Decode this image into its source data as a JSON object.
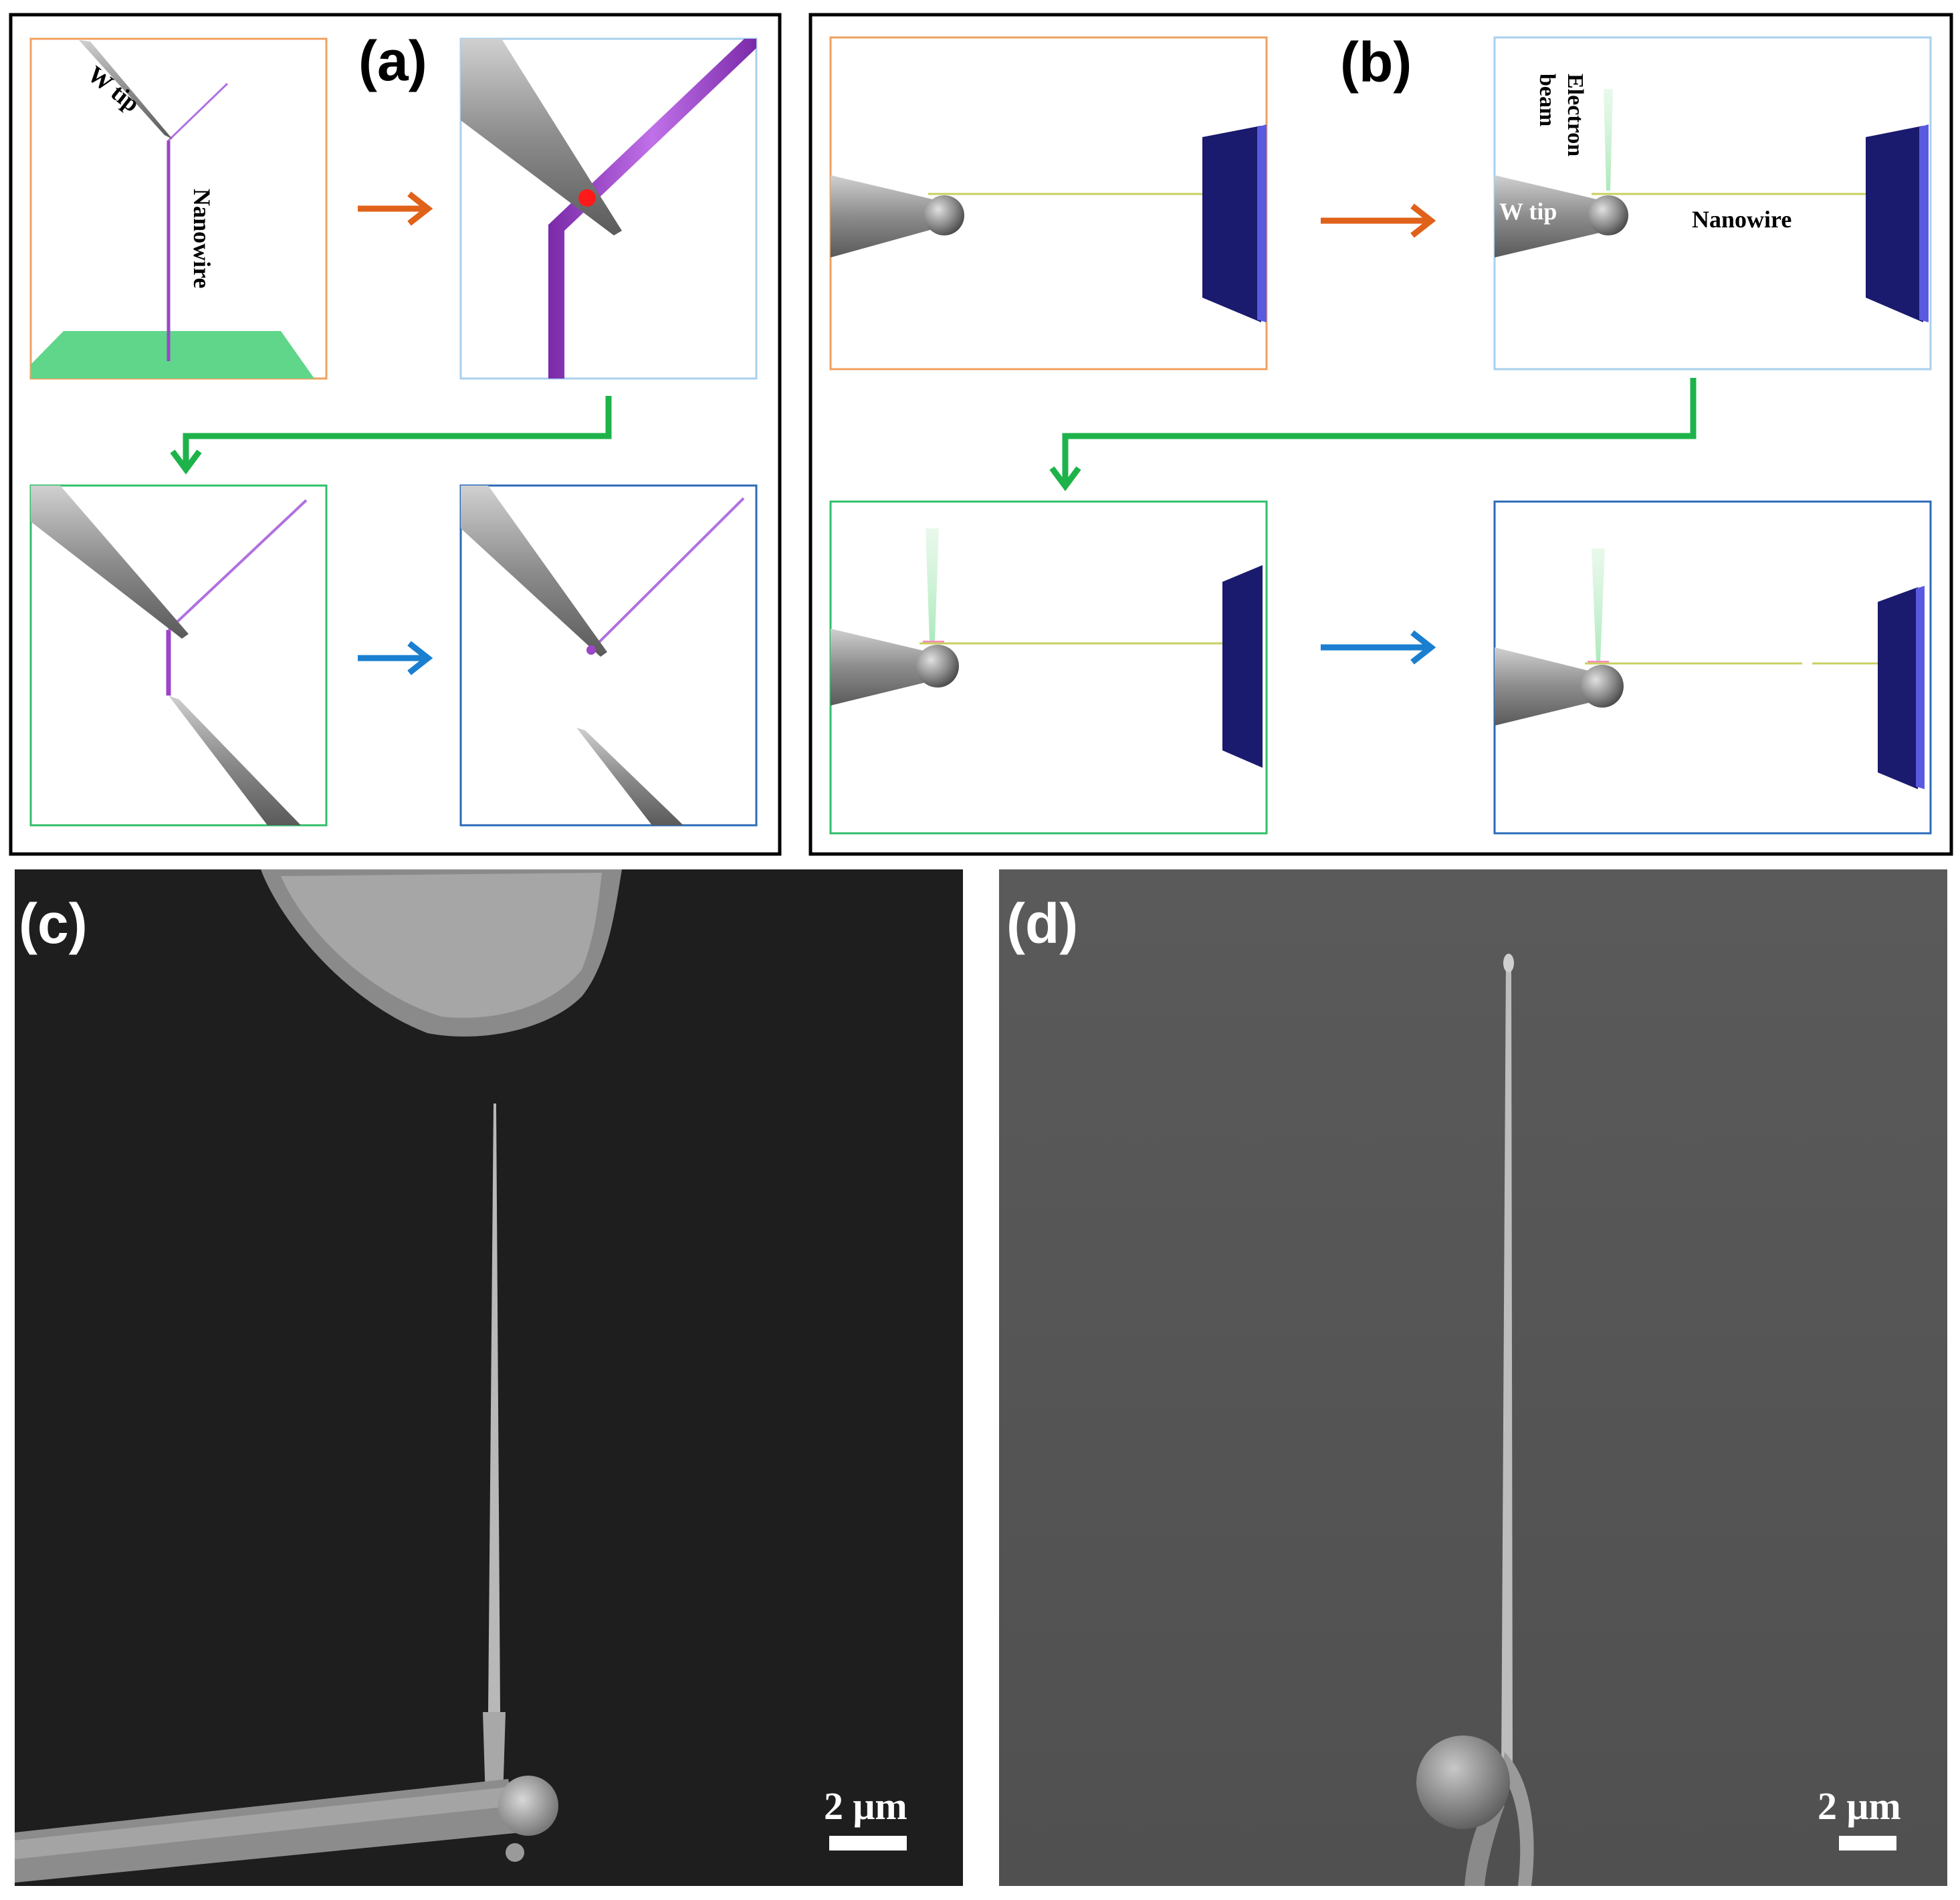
{
  "panels": {
    "a": {
      "label": "(a)",
      "wtip": "W tip",
      "nanowire": "Nanowire"
    },
    "b": {
      "label": "(b)",
      "beam_line1": "Electron",
      "beam_line2": "beam",
      "wtip": "W tip",
      "nanowire": "Nanowire"
    },
    "c": {
      "label": "(c)",
      "scalebar": "2 μm"
    },
    "d": {
      "label": "(d)",
      "scalebar": "2 μm"
    }
  },
  "colors": {
    "orange_frame": "#f0a060",
    "lightblue_frame": "#a8d0ec",
    "green_frame": "#2fbf6a",
    "blue_frame": "#2a6ab8",
    "orange_arrow": "#e0621a",
    "green_arrow": "#1db34a",
    "blue_arrow": "#1a7fd0",
    "nanowire_purple": "#9b45c8",
    "substrate_green": "#5fd68a",
    "electrode_navy": "#1a1a6e",
    "wire_yellow": "#c8d060",
    "beam_green": "#c8f0d0"
  }
}
